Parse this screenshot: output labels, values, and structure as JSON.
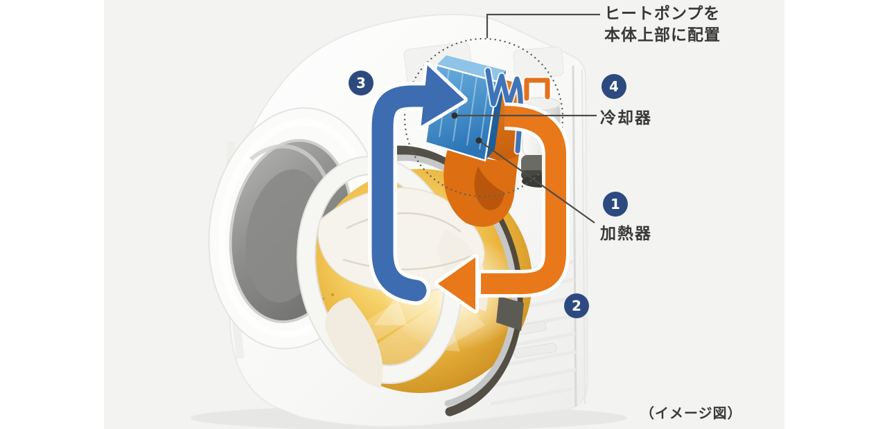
{
  "figure": {
    "type": "washer-dryer-heat-pump-diagram",
    "caption": "（イメージ図）",
    "annotation": {
      "line1": "ヒートポンプを",
      "line2": "本体上部に配置"
    },
    "parts": {
      "heater": {
        "number": "1",
        "label": "加熱器"
      },
      "hot_air_outlet": {
        "number": "2"
      },
      "moist_air_intake": {
        "number": "3"
      },
      "cooler": {
        "number": "4",
        "label": "冷却器"
      }
    },
    "colors": {
      "cold_flow_blue": "#3d6cb0",
      "hot_flow_orange": "#e8781a",
      "badge_navy": "#2c4a80",
      "drum_gold": "#e9b23a",
      "photo_background": "#f3f3f1",
      "text": "#383838"
    }
  }
}
